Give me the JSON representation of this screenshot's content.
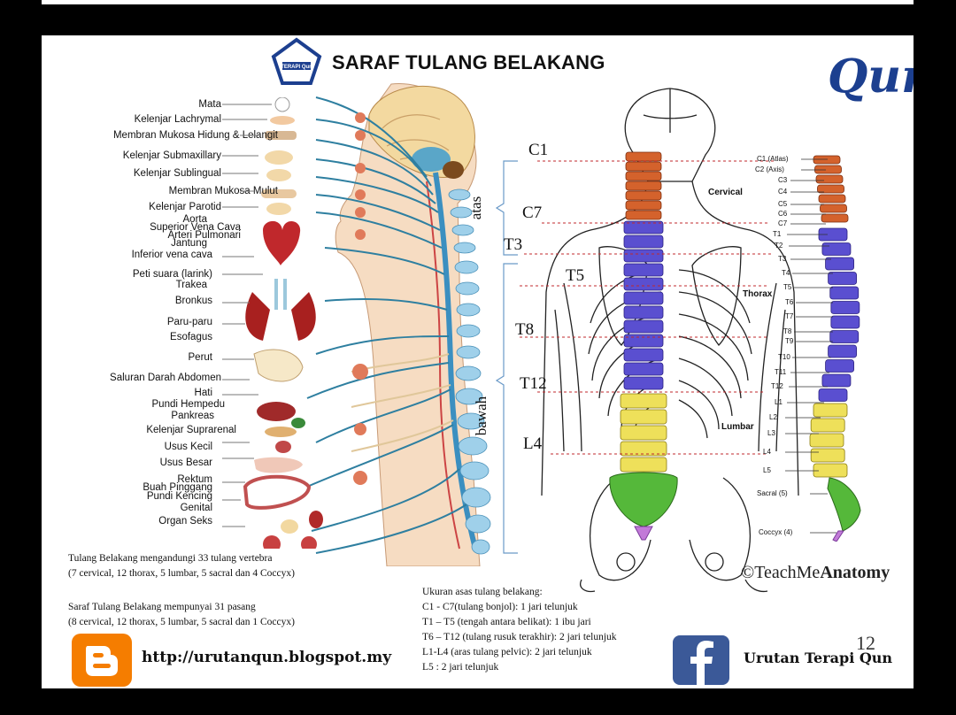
{
  "title": "SARAF TULANG BELAKANG",
  "logo_left_text": "TERAPI Qun",
  "logo_right_text": "Qun",
  "organ_labels": [
    "Mata",
    "Kelenjar Lachrymal",
    "Membran Mukosa Hidung & Lelangit",
    "Kelenjar Submaxillary",
    "Kelenjar Sublingual",
    "Membran Mukosa Mulut",
    "Kelenjar Parotid",
    "Aorta",
    "Superior Vena Cava",
    "Arteri Pulmonari",
    "Jantung",
    "Inferior vena cava",
    "Peti suara (larink)",
    "Trakea",
    "Bronkus",
    "Paru-paru",
    "Esofagus",
    "Perut",
    "Saluran Darah Abdomen",
    "Hati",
    "Pundi Hempedu",
    "Pankreas",
    "Kelenjar Suprarenal",
    "Usus Kecil",
    "Usus Besar",
    "Rektum",
    "Buah Pinggang",
    "Pundi Kencing",
    "Genital",
    "Organ Seks"
  ],
  "region_labels": {
    "upper": "atas",
    "lower": "bawah"
  },
  "segment_labels": [
    "C1",
    "C7",
    "T3",
    "T5",
    "T8",
    "T12",
    "L4"
  ],
  "spine_labels": {
    "cervical": [
      "C1 (Atlas)",
      "C2 (Axis)",
      "C3",
      "C4",
      "C5",
      "C6",
      "C7"
    ],
    "thoracic": [
      "T1",
      "T2",
      "T3",
      "T4",
      "T5",
      "T6",
      "T7",
      "T8",
      "T9",
      "T10",
      "T11",
      "T12"
    ],
    "lumbar": [
      "L1",
      "L2",
      "L3",
      "L4",
      "L5"
    ],
    "sacral": "Sacral (5)",
    "coccyx": "Coccyx (4)",
    "groups": {
      "cervical": "Cervical",
      "thorax": "Thorax",
      "lumbar": "Lumbar"
    }
  },
  "notes": {
    "vertebrae": [
      "Tulang Belakang mengandungi 33 tulang vertebra",
      "(7 cervical, 12 thorax, 5 lumbar, 5 sacral dan 4 Coccyx)"
    ],
    "nerves": [
      "Saraf Tulang Belakang mempunyai 31 pasang",
      "(8 cervical, 12 thorax, 5 lumbar, 5 sacral dan 1 Coccyx)"
    ],
    "measure_title": "Ukuran asas tulang belakang:",
    "measures": [
      "C1 - C7(tulang bonjol): 1 jari telunjuk",
      "T1 – T5 (tengah antara belikat): 1 ibu jari",
      "T6 – T12 (tulang rusuk terakhir): 2 jari telunjuk",
      "L1-L4 (aras tulang pelvic): 2 jari telunjuk",
      "L5 : 2 jari telunjuk"
    ]
  },
  "credit": {
    "prefix": "©TeachMe",
    "bold": "Anatomy"
  },
  "blog_url": "http://urutanqun.blogspot.my",
  "brand_name": "Urutan Terapi  Qun",
  "page_number": "12",
  "colors": {
    "cervical": "#d4622c",
    "thoracic": "#5a4fd0",
    "lumbar": "#eee05a",
    "sacral": "#55b83a",
    "coccyx": "#c27ad8",
    "nerve": "#2e7fa0",
    "blogger": "#f57d00",
    "facebook": "#3b5998"
  }
}
